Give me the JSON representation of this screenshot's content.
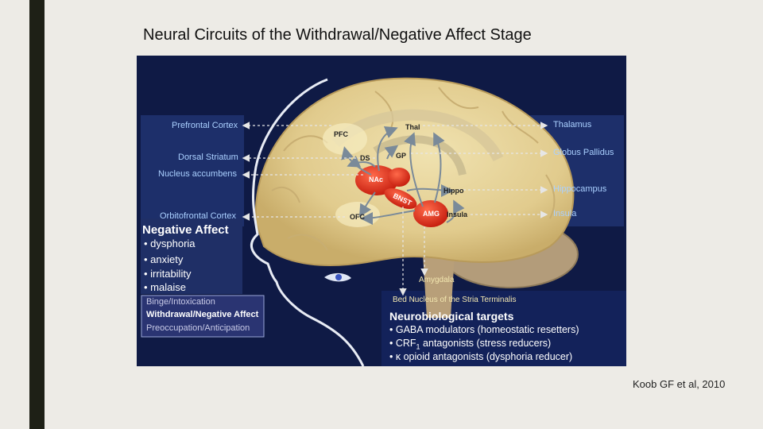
{
  "title": "Neural Circuits of the Withdrawal/Negative Affect Stage",
  "citation": "Koob GF et al, 2010",
  "diagram": {
    "left_labels": {
      "prefrontal": "Prefrontal Cortex",
      "dorsal_striatum": "Dorsal Striatum",
      "nucleus_accumbens": "Nucleus accumbens",
      "orbitofrontal": "Orbitofrontal Cortex"
    },
    "right_labels": {
      "thalamus": "Thalamus",
      "globus_pallidus": "Globus Pallidus",
      "hippocampus": "Hippocampus",
      "insula": "Insula"
    },
    "brain_labels": {
      "pfc": "PFC",
      "thal": "Thal",
      "ds": "DS",
      "gp": "GP",
      "nac": "NAc",
      "bnst": "BNST",
      "hippo": "Hippo",
      "ofc": "OFC",
      "amg": "AMG",
      "insula": "Insula",
      "amygdala": "Amygdala",
      "bed_nucleus": "Bed Nucleus of the Stria Terminalis"
    },
    "negative_affect": {
      "heading": "Negative Affect",
      "items": [
        "• dysphoria",
        "• anxiety",
        "• irritability",
        "• malaise"
      ]
    },
    "stages": [
      "Binge/Intoxication",
      "Withdrawal/Negative Affect",
      "Preoccupation/Anticipation"
    ],
    "targets": {
      "heading": "Neurobiological  targets",
      "items": [
        "• GABA modulators (homeostatic resetters)",
        "• CRF",
        "• κ opioid antagonists (dysphoria reducer)"
      ],
      "crf_subscript": "1",
      "crf_rest": " antagonists (stress reducers)"
    }
  },
  "colors": {
    "background": "#0f1a45",
    "brain": "#e3cf96",
    "highlight": "#d92a1a",
    "label": "#aad0ff"
  }
}
